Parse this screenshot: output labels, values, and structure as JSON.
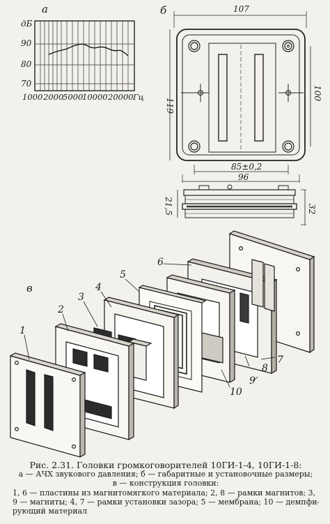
{
  "panel_a": {
    "label": "а",
    "y_unit": "дБ",
    "y_ticks": [
      "90",
      "80",
      "70"
    ],
    "x_ticks": [
      "1000",
      "2000",
      "5000",
      "10000",
      "20000"
    ],
    "x_unit": "Гц"
  },
  "panel_b": {
    "label": "б",
    "dims": {
      "width_top": "107",
      "height_left": "119",
      "height_right": "100",
      "hole_spacing": "85±0,2",
      "bottom_width": "96",
      "side_depth": "21,5",
      "side_total": "32"
    }
  },
  "panel_v": {
    "label": "в",
    "parts": [
      "1",
      "2",
      "3",
      "4",
      "5",
      "6",
      "7",
      "8",
      "9",
      "10"
    ]
  },
  "caption": {
    "title": "Рис. 2.31. Головки громкоговорителей 10ГИ-1-4, 10ГИ-1-8:",
    "line2": "а — АЧХ звукового давления; б — габаритные и установочные размеры;",
    "line3": "в — конструкция головки:",
    "line4": "1, 6 — пластины из магнитомягкого материала; 2, 8 — рамки магнитов; 3,",
    "line5": "9 — магниты; 4, 7 — рамки установки зазора; 5 — мембрана; 10 — демпфи-",
    "line6": "рующий материал"
  }
}
